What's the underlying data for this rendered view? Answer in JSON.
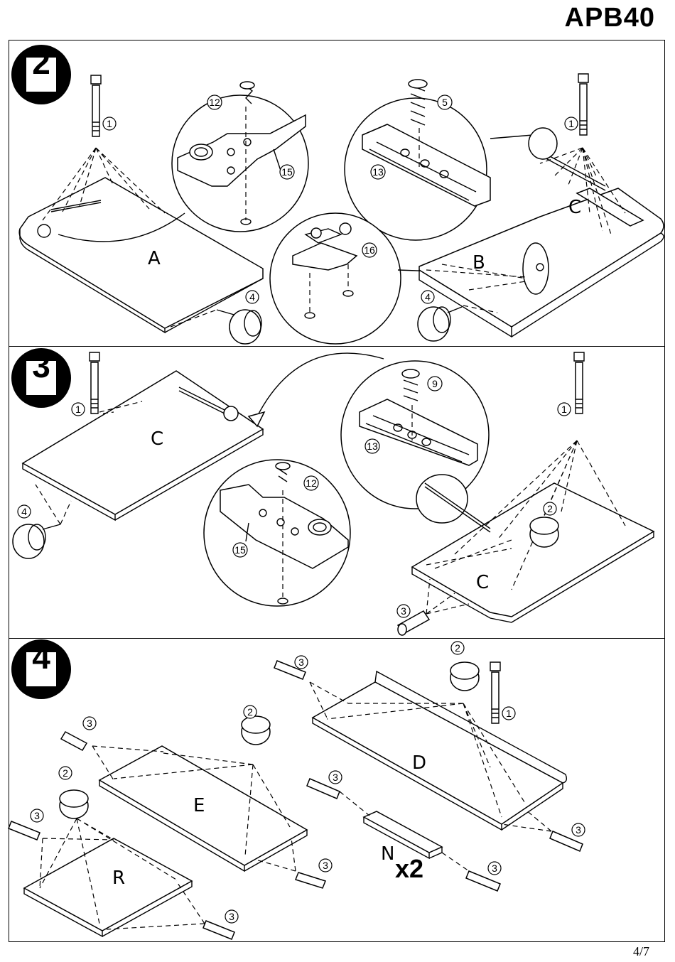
{
  "document": {
    "title": "APB40",
    "page_number": "4/7"
  },
  "steps": [
    {
      "number": "2",
      "panel_labels": [
        "A",
        "B",
        "C"
      ],
      "callouts": [
        "1",
        "12",
        "15",
        "5",
        "13",
        "16",
        "4",
        "1",
        "4"
      ]
    },
    {
      "number": "3",
      "panel_labels": [
        "C",
        "C"
      ],
      "callouts": [
        "1",
        "9",
        "13",
        "12",
        "15",
        "4",
        "1",
        "2",
        "3"
      ]
    },
    {
      "number": "4",
      "panel_labels": [
        "E",
        "R",
        "D",
        "N"
      ],
      "callouts": [
        "3",
        "2",
        "3",
        "2",
        "1",
        "3",
        "2",
        "3",
        "3",
        "3",
        "3",
        "3",
        "3"
      ],
      "quantity_note": "x2"
    }
  ]
}
